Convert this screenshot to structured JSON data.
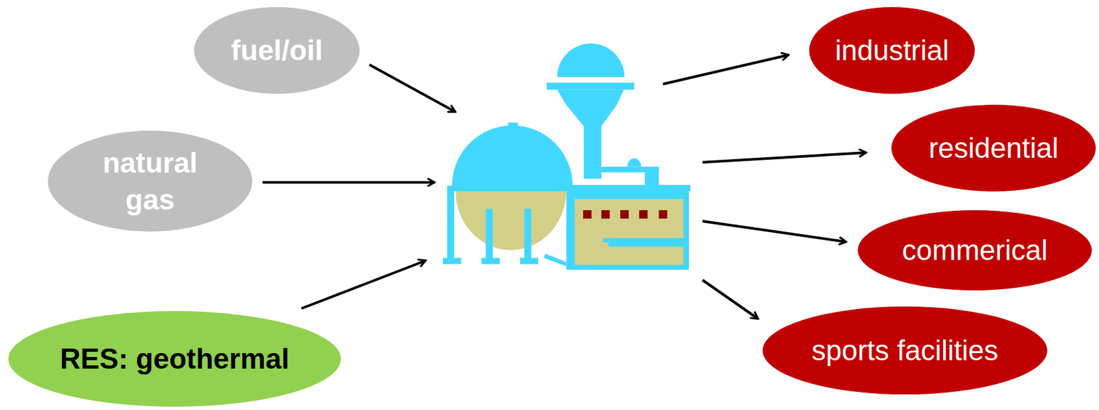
{
  "diagram": {
    "nodes": [
      {
        "text": [
          "fuel/oil"
        ]
      },
      {
        "text": [
          "natural gas"
        ]
      },
      {
        "text": [
          "RES: geothermal"
        ]
      },
      {
        "text": [
          "industrial"
        ]
      },
      {
        "text": [
          "residential"
        ]
      },
      {
        "text": [
          "commerical"
        ]
      },
      {
        "text": [
          "sports facilities"
        ]
      }
    ]
  }
}
